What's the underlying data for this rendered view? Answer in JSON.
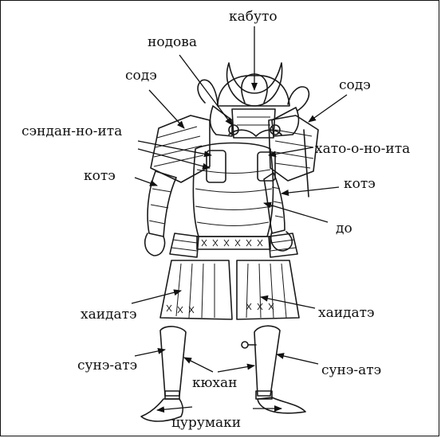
{
  "labels": {
    "kabuto": "кабуто",
    "nodowa": "нодова",
    "sode_left": "содэ",
    "sode_right": "содэ",
    "sendan_no_ita": "сэндан-но-ита",
    "hato_o_no_ita": "хато-о-но-ита",
    "kote_left": "котэ",
    "kote_right": "котэ",
    "do": "до",
    "haidate_left": "хаидатэ",
    "haidate_right": "хаидатэ",
    "sune_ate_left": "сунэ-атэ",
    "sune_ate_right": "сунэ-атэ",
    "kyuhan": "кюхан",
    "tsurumaki": "цурумаки"
  }
}
